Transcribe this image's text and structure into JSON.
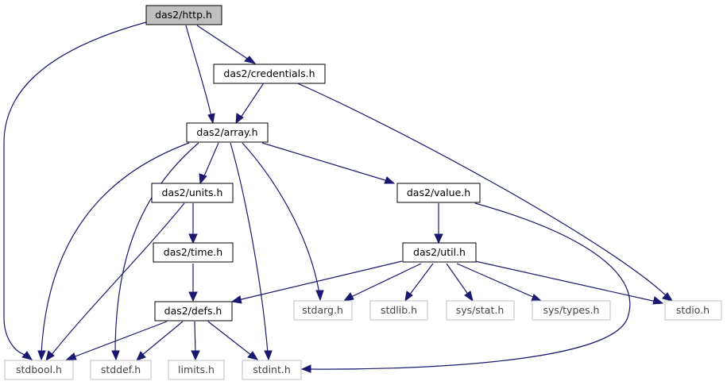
{
  "graph": {
    "nodes": {
      "http": "das2/http.h",
      "credentials": "das2/credentials.h",
      "array": "das2/array.h",
      "units": "das2/units.h",
      "value": "das2/value.h",
      "time": "das2/time.h",
      "util": "das2/util.h",
      "defs": "das2/defs.h",
      "stdarg": "stdarg.h",
      "stdlib": "stdlib.h",
      "sys_stat": "sys/stat.h",
      "sys_types": "sys/types.h",
      "stdio": "stdio.h",
      "stdbool": "stdbool.h",
      "stddef": "stddef.h",
      "limits": "limits.h",
      "stdint": "stdint.h"
    },
    "edge_color": "#191970",
    "root_fill": "#bfbfbf",
    "system_border": "#bfbfbf"
  }
}
